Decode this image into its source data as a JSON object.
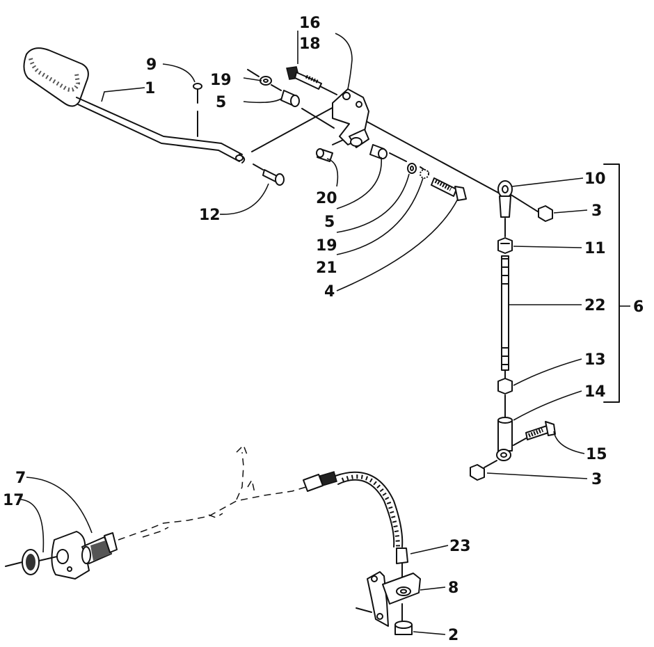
{
  "callouts": {
    "c1": "1",
    "c2": "2",
    "c3a": "3",
    "c3b": "3",
    "c4": "4",
    "c5a": "5",
    "c5b": "5",
    "c6": "6",
    "c7": "7",
    "c8": "8",
    "c9": "9",
    "c10": "10",
    "c11": "11",
    "c12": "12",
    "c13": "13",
    "c14": "14",
    "c15": "15",
    "c16": "16",
    "c17": "17",
    "c18": "18",
    "c19a": "19",
    "c19b": "19",
    "c20": "20",
    "c21": "21",
    "c22": "22",
    "c23": "23"
  }
}
